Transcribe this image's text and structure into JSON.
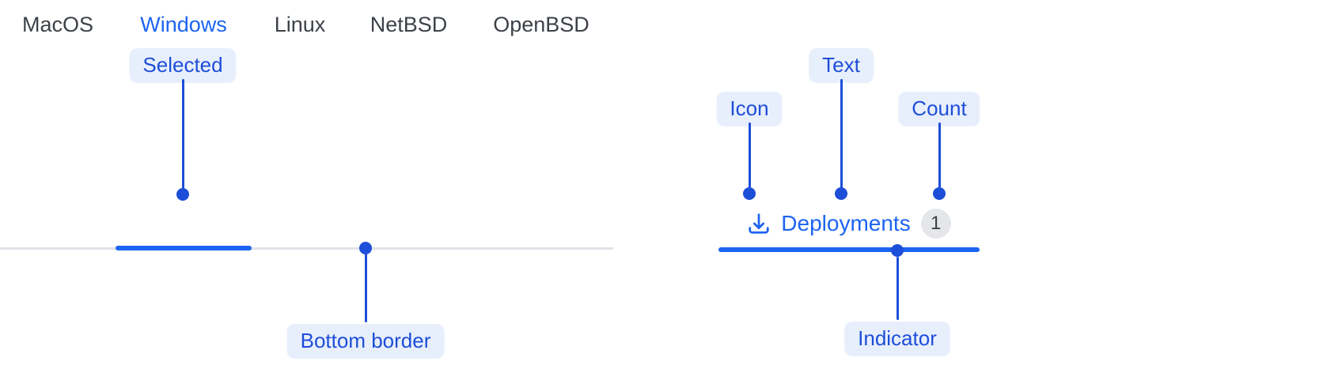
{
  "colors": {
    "accent": "#1c64f2",
    "annotation": "#1d4ed8",
    "pill_background": "#e8effc",
    "tabbar_border": "#e0e3e7",
    "tab_text": "#3d4249",
    "badge_background": "#e4e6e9",
    "badge_text": "#394046",
    "background": "#ffffff"
  },
  "tabs_demo": {
    "tabs": [
      {
        "label": "MacOS",
        "selected": false
      },
      {
        "label": "Windows",
        "selected": true
      },
      {
        "label": "Linux",
        "selected": false
      },
      {
        "label": "NetBSD",
        "selected": false
      },
      {
        "label": "OpenBSD",
        "selected": false
      }
    ],
    "selected_tab": "Windows",
    "annotations": {
      "selected_label": "Selected",
      "bottom_border_label": "Bottom border"
    }
  },
  "deployments_demo": {
    "tab": {
      "icon": "download-icon",
      "label": "Deployments",
      "count": "1"
    },
    "annotations": {
      "icon_label": "Icon",
      "text_label": "Text",
      "count_label": "Count",
      "indicator_label": "Indicator"
    }
  }
}
